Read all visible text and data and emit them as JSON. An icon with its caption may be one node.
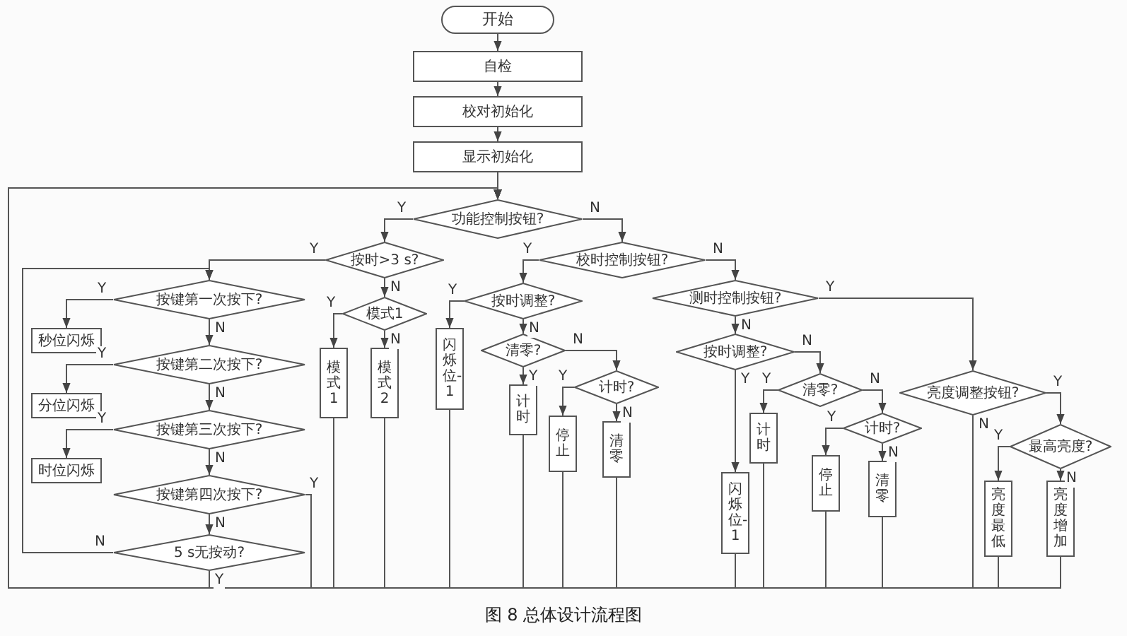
{
  "diagram": {
    "caption": "图 8 总体设计流程图",
    "nodes": [
      {
        "text": [
          "开始"
        ]
      },
      {
        "text": [
          "自检"
        ]
      },
      {
        "text": [
          "校对初始化"
        ]
      },
      {
        "text": [
          "显示初始化"
        ]
      },
      {
        "text": [
          "功能控制按钮?"
        ]
      },
      {
        "text": [
          "按时>3 s?"
        ]
      },
      {
        "text": [
          "校时控制按钮?"
        ]
      },
      {
        "text": [
          "按键第一次按下?"
        ]
      },
      {
        "text": [
          "按时调整?"
        ]
      },
      {
        "text": [
          "测时控制按钮?"
        ]
      },
      {
        "text": [
          "秒位闪烁"
        ]
      },
      {
        "text": [
          "模式1"
        ]
      },
      {
        "text": [
          "闪烁位-1"
        ]
      },
      {
        "text": [
          "清零?"
        ]
      },
      {
        "text": [
          "按时调整?"
        ]
      },
      {
        "text": [
          "按键第二次按下?"
        ]
      },
      {
        "text": [
          "模式1"
        ]
      },
      {
        "text": [
          "模式2"
        ]
      },
      {
        "text": [
          "分位闪烁"
        ]
      },
      {
        "text": [
          "计时?"
        ]
      },
      {
        "text": [
          "计时"
        ]
      },
      {
        "text": [
          "清零?"
        ]
      },
      {
        "text": [
          "亮度调整按钮?"
        ]
      },
      {
        "text": [
          "按键第三次按下?"
        ]
      },
      {
        "text": [
          "计时?"
        ]
      },
      {
        "text": [
          "最高亮度?"
        ]
      },
      {
        "text": [
          "计时"
        ]
      },
      {
        "text": [
          "停止"
        ]
      },
      {
        "text": [
          "清零"
        ]
      },
      {
        "text": [
          "时位闪烁"
        ]
      },
      {
        "text": [
          "停止"
        ]
      },
      {
        "text": [
          "清零"
        ]
      },
      {
        "text": [
          "按键第四次按下?"
        ]
      },
      {
        "text": [
          "闪烁位-1"
        ]
      },
      {
        "text": [
          "亮度最低"
        ]
      },
      {
        "text": [
          "亮度增加"
        ]
      },
      {
        "text": [
          "5 s无按动?"
        ]
      }
    ],
    "edges": [
      {
        "from": 0,
        "to": 1,
        "arrow": "to"
      },
      {
        "from": 1,
        "to": 2,
        "arrow": "to"
      },
      {
        "from": 2,
        "to": 3,
        "arrow": "to"
      },
      {
        "from": 3,
        "to": 4,
        "arrow": "to"
      },
      {
        "from": 4,
        "to": 5,
        "arrow": "to",
        "label": "Y"
      },
      {
        "from": 4,
        "to": 6,
        "arrow": "to",
        "label": "N"
      },
      {
        "from": 5,
        "to": 7,
        "arrow": "to",
        "label": "Y"
      },
      {
        "from": 5,
        "to": 11,
        "arrow": "to",
        "label": "N"
      },
      {
        "from": 6,
        "to": 8,
        "arrow": "to",
        "label": "Y"
      },
      {
        "from": 6,
        "to": 9,
        "arrow": "to",
        "label": "N"
      },
      {
        "from": 7,
        "to": 10,
        "arrow": "to",
        "label": "Y"
      },
      {
        "from": 7,
        "to": 15,
        "arrow": "to",
        "label": "N"
      },
      {
        "from": 8,
        "to": 12,
        "arrow": "to",
        "label": "Y"
      },
      {
        "from": 8,
        "to": 13,
        "arrow": "to",
        "label": "N"
      },
      {
        "from": 9,
        "to": 22,
        "arrow": "to",
        "label": "Y"
      },
      {
        "from": 9,
        "to": 14,
        "arrow": "to",
        "label": "N"
      },
      {
        "from": 11,
        "to": 16,
        "arrow": "to",
        "label": "Y"
      },
      {
        "from": 11,
        "to": 17,
        "arrow": "to",
        "label": "N"
      },
      {
        "from": 13,
        "to": 20,
        "arrow": "to",
        "label": "Y"
      },
      {
        "from": 13,
        "to": 19,
        "arrow": "to",
        "label": "N"
      },
      {
        "from": 14,
        "to": 33,
        "arrow": "to",
        "label": "Y"
      },
      {
        "from": 14,
        "to": 21,
        "arrow": "to",
        "label": "N"
      },
      {
        "from": 15,
        "to": 18,
        "arrow": "to",
        "label": "Y"
      },
      {
        "from": 15,
        "to": 23,
        "arrow": "to",
        "label": "N"
      },
      {
        "from": 19,
        "to": 27,
        "arrow": "to",
        "label": "Y"
      },
      {
        "from": 19,
        "to": 28,
        "arrow": "to",
        "label": "N"
      },
      {
        "from": 21,
        "to": 26,
        "arrow": "to",
        "label": "Y"
      },
      {
        "from": 21,
        "to": 24,
        "arrow": "to",
        "label": "N"
      },
      {
        "from": 22,
        "to": 25,
        "arrow": "to",
        "label": "Y"
      },
      {
        "from": 22,
        "to": 4,
        "arrow": "to",
        "label": "N"
      },
      {
        "from": 23,
        "to": 29,
        "arrow": "to",
        "label": "Y"
      },
      {
        "from": 23,
        "to": 32,
        "arrow": "to",
        "label": "N"
      },
      {
        "from": 24,
        "to": 30,
        "arrow": "to",
        "label": "Y"
      },
      {
        "from": 24,
        "to": 31,
        "arrow": "to",
        "label": "N"
      },
      {
        "from": 25,
        "to": 34,
        "arrow": "to",
        "label": "Y"
      },
      {
        "from": 25,
        "to": 35,
        "arrow": "to",
        "label": "N"
      },
      {
        "from": 32,
        "to": 36,
        "arrow": "to",
        "label": "N"
      },
      {
        "from": 32,
        "to": 4,
        "arrow": "to",
        "label": "Y"
      },
      {
        "from": 36,
        "to": 4,
        "arrow": "to",
        "label": "Y"
      },
      {
        "from": 36,
        "to": 7,
        "arrow": "to",
        "label": "N"
      },
      {
        "from": 12,
        "to": 4,
        "arrow": "to"
      },
      {
        "from": 16,
        "to": 4,
        "arrow": "to"
      },
      {
        "from": 17,
        "to": 4,
        "arrow": "to"
      },
      {
        "from": 20,
        "to": 4,
        "arrow": "to"
      },
      {
        "from": 27,
        "to": 4,
        "arrow": "to"
      },
      {
        "from": 28,
        "to": 4,
        "arrow": "to"
      },
      {
        "from": 33,
        "to": 4,
        "arrow": "to"
      },
      {
        "from": 26,
        "to": 4,
        "arrow": "to"
      },
      {
        "from": 30,
        "to": 4,
        "arrow": "to"
      },
      {
        "from": 31,
        "to": 4,
        "arrow": "to"
      },
      {
        "from": 34,
        "to": 4,
        "arrow": "to"
      },
      {
        "from": 35,
        "to": 4,
        "arrow": "to"
      }
    ]
  }
}
